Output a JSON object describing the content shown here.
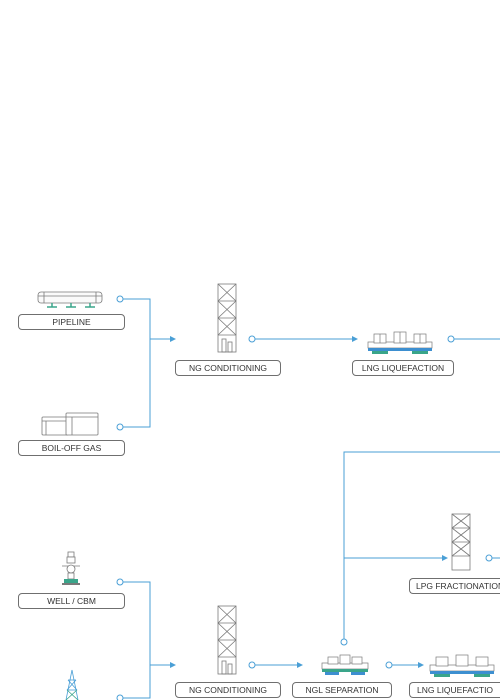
{
  "nodes": {
    "pipeline": {
      "label": "PIPELINE",
      "icon": "pipeline-icon"
    },
    "boil_off_gas": {
      "label": "BOIL-OFF GAS",
      "icon": "storage-tanks-icon"
    },
    "ng_conditioning_top": {
      "label": "NG CONDITIONING",
      "icon": "conditioning-tower-icon"
    },
    "lng_liquefaction_top": {
      "label": "LNG LIQUEFACTION",
      "icon": "liquefaction-plant-icon"
    },
    "well_cbm": {
      "label": "WELL / CBM",
      "icon": "wellhead-icon"
    },
    "lpg_fractionation": {
      "label": "LPG FRACTIONATION",
      "icon": "fractionation-tower-icon"
    },
    "ng_conditioning_bottom": {
      "label": "NG CONDITIONING",
      "icon": "conditioning-tower-icon"
    },
    "ngl_separation": {
      "label": "NGL SEPARATION",
      "icon": "separation-plant-icon"
    },
    "lng_liquefaction_bottom": {
      "label": "LNG LIQUEFACTIO",
      "icon": "liquefaction-plant-icon"
    },
    "offshore_platform": {
      "label": "",
      "icon": "derrick-icon"
    }
  },
  "colors": {
    "flow": "#4a9fd6",
    "icon_stroke": "#7a7a7a",
    "accent_teal": "#3aa58a",
    "accent_blue": "#3d8fd0",
    "label_border": "#6f6f6f",
    "text": "#333333"
  }
}
